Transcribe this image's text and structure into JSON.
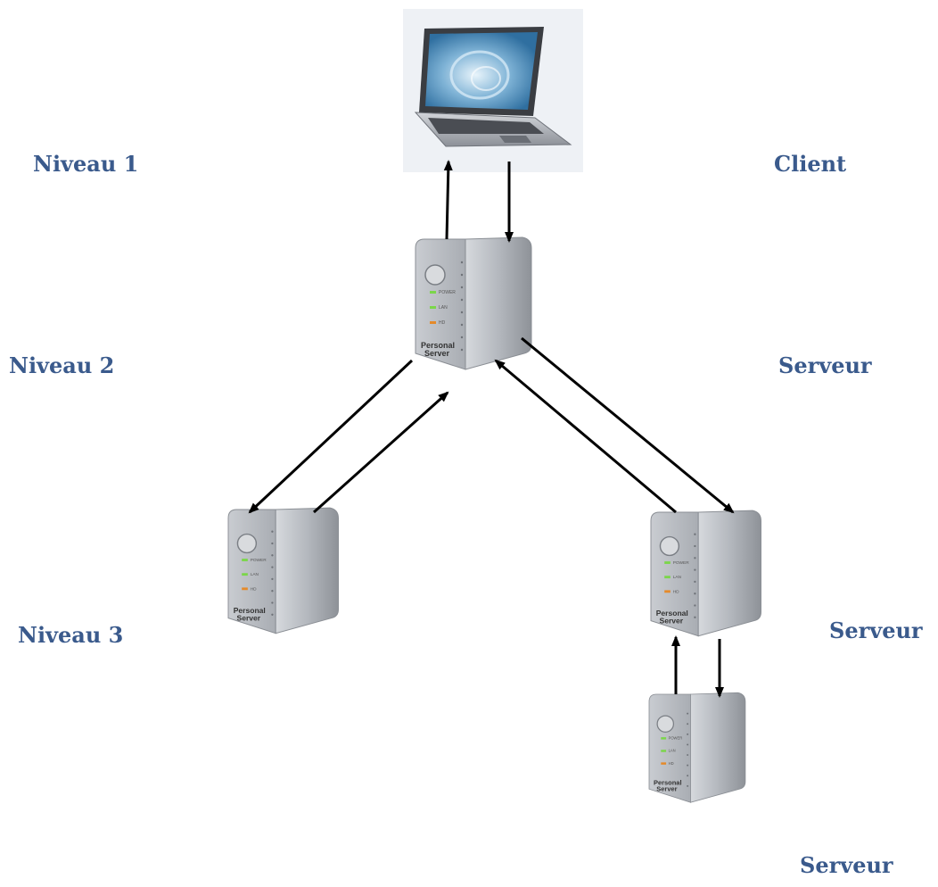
{
  "levels": {
    "level1": "Niveau 1",
    "level2": "Niveau 2",
    "level3": "Niveau 3"
  },
  "roles": {
    "level1": "Client",
    "level2": "Serveur",
    "level3": "Serveur",
    "level4": "Serveur"
  },
  "device": {
    "brand_line1": "Personal",
    "brand_line2": "Server",
    "led_power": "POWER",
    "led_lan": "LAN",
    "led_hd": "HD"
  },
  "colors": {
    "label": "#3a5a8c",
    "arrow": "#000000",
    "server_body": "#b9bcc1",
    "led_green": "#7bd64a",
    "led_orange": "#e58a2a"
  }
}
